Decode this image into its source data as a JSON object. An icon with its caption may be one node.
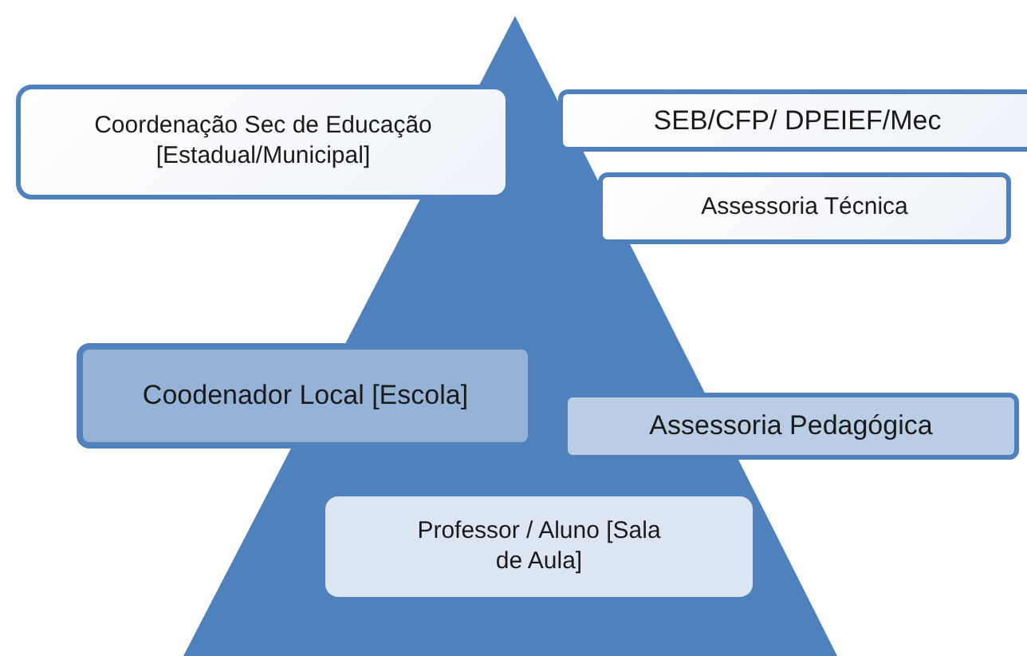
{
  "diagram": {
    "nodes": [
      {
        "text": [
          "Coordenação Sec de Educação [Estadual/Municipal]"
        ]
      },
      {
        "text": [
          "SEB/CFP/ DPEIEF/Mec"
        ]
      },
      {
        "text": [
          "Assessoria Técnica"
        ]
      },
      {
        "text": [
          "Coodenador Local [Escola]"
        ]
      },
      {
        "text": [
          "Assessoria Pedagógica"
        ]
      },
      {
        "text": [
          "Professor / Aluno [Sala de Aula]"
        ]
      }
    ]
  }
}
